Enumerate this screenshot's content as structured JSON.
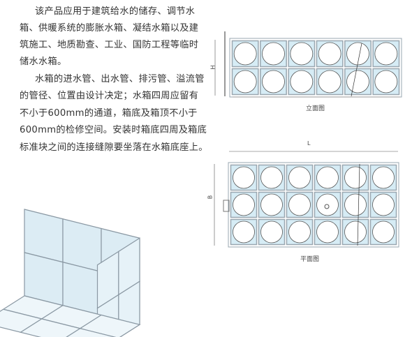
{
  "paragraphs": [
    [
      "该产品应用于建筑给水的储存、调节水",
      "箱、供暖系统的膨胀水箱、凝结水箱以及建",
      "筑施工、地质勘查、工业、国防工程等临时",
      "储水水箱。"
    ],
    [
      "水箱的进水管、出水管、排污管、溢流管",
      "的管径、位置由设计决定；水箱四周应留有",
      "不小于600mm的通道，箱底及箱顶不小于",
      "600mm的检修空间。安装时箱底四周及箱底",
      "标准块之间的连接缝隙要坐落在水箱底座上。"
    ]
  ],
  "elevation": {
    "caption": "立面图",
    "height_label": "H",
    "columns": 6,
    "rows": 2
  },
  "plan": {
    "caption": "平面图",
    "length_label": "L",
    "width_label": "B",
    "columns": 6,
    "rows": 3
  },
  "colors": {
    "panel_fill": "#d6ecf5",
    "frame": "#9aa7b0",
    "text": "#333333"
  }
}
